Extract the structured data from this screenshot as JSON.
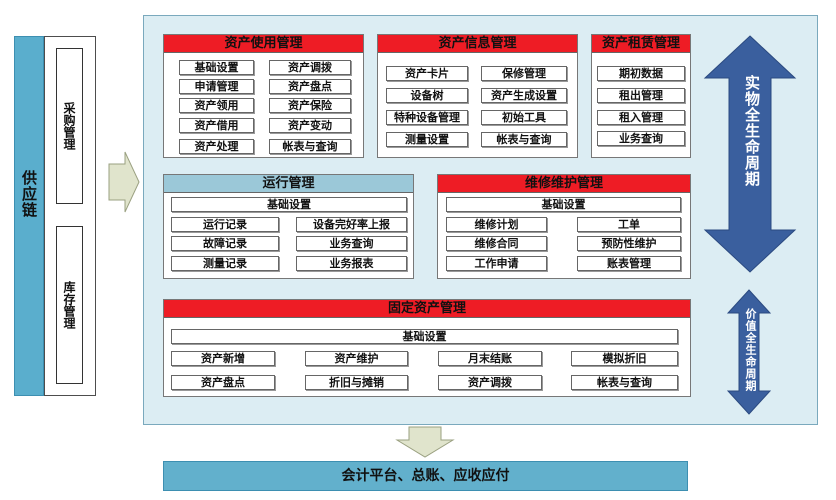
{
  "supply_chain": {
    "label": "供应链",
    "items": [
      "采购管理",
      "库存管理"
    ]
  },
  "modules": {
    "asset_use": {
      "title": "资产使用管理",
      "items": [
        "基础设置",
        "资产调拨",
        "申请管理",
        "资产盘点",
        "资产领用",
        "资产保险",
        "资产借用",
        "资产变动",
        "资产处理",
        "帐表与查询"
      ]
    },
    "asset_info": {
      "title": "资产信息管理",
      "items": [
        "资产卡片",
        "保修管理",
        "设备树",
        "资产生成设置",
        "特种设备管理",
        "初始工具",
        "测量设置",
        "帐表与查询"
      ]
    },
    "asset_lease": {
      "title": "资产租赁管理",
      "items": [
        "期初数据",
        "租出管理",
        "租入管理",
        "业务查询"
      ]
    },
    "operation": {
      "title": "运行管理",
      "items": [
        "基础设置",
        "运行记录",
        "设备完好率上报",
        "故障记录",
        "业务查询",
        "测量记录",
        "业务报表"
      ]
    },
    "maintenance": {
      "title": "维修维护管理",
      "items": [
        "基础设置",
        "维修计划",
        "工单",
        "维修合同",
        "预防性维护",
        "工作申请",
        "账表管理"
      ]
    },
    "fixed_asset": {
      "title": "固定资产管理",
      "items": [
        "基础设置",
        "资产新增",
        "资产维护",
        "月末结账",
        "模拟折旧",
        "资产盘点",
        "折旧与摊销",
        "资产调拨",
        "帐表与查询"
      ]
    }
  },
  "lifecycle": {
    "physical": "实物全生命周期",
    "value": "价值全生命周期"
  },
  "bottom": {
    "label": "会计平台、总账、应收应付"
  },
  "colors": {
    "header_red": "#ee1c25",
    "header_blue": "#9bc8d8",
    "arrow_blue": "#3a5f9e",
    "bar_blue": "#62b0cc",
    "panel_bg": "#dcedf3"
  }
}
